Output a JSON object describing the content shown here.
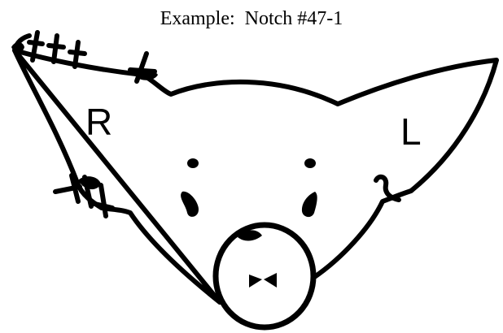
{
  "caption": "Example:  Notch #47-1",
  "ears": {
    "right_label": "R",
    "left_label": "L"
  },
  "notches": {
    "right_ear_top_edge": 4,
    "right_ear_bottom_edge": 3,
    "left_ear": 0
  },
  "colors": {
    "ink": "#000000",
    "background": "#ffffff"
  }
}
